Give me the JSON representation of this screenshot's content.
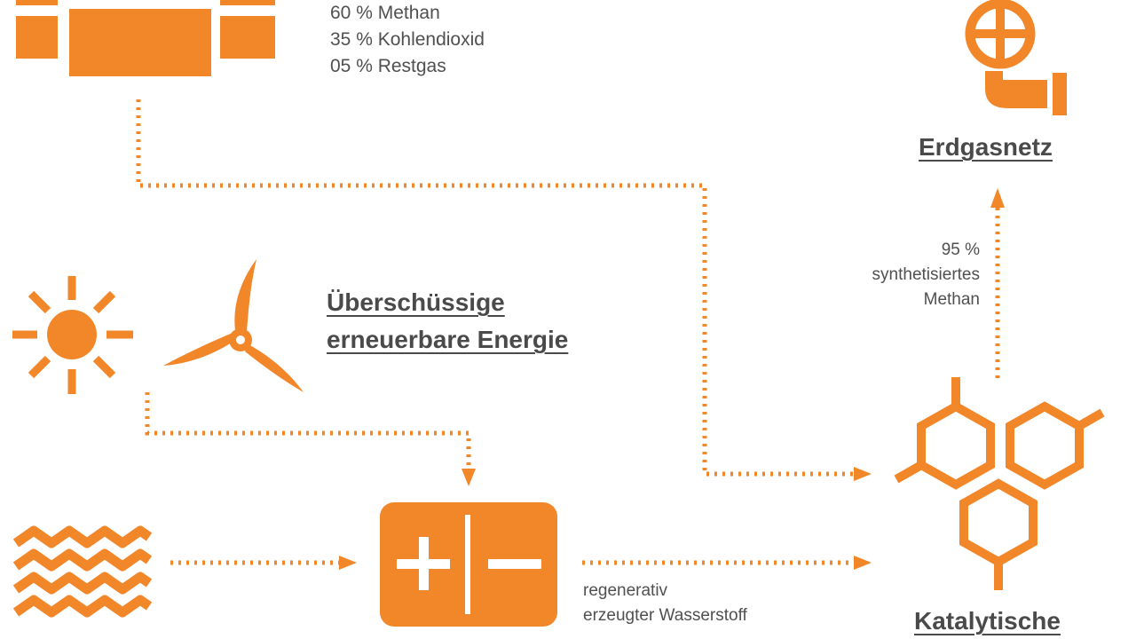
{
  "colors": {
    "accent": "#F2872A",
    "text": "#4A4A4A",
    "background": "#FFFFFF"
  },
  "icons": [
    "biogas-pipe-icon",
    "valve-icon",
    "sun-icon",
    "wind-turbine-icon",
    "water-waves-icon",
    "electrolyzer-icon",
    "catalyst-molecule-icon"
  ],
  "biogas": {
    "composition": [
      "60 % Methan",
      "35 % Kohlendioxid",
      "05 % Restgas"
    ]
  },
  "grid": {
    "title": "Erdgasnetz"
  },
  "methane": {
    "lines": [
      "95 %",
      "synthetisiertes",
      "Methan"
    ]
  },
  "renewable": {
    "title_lines": [
      "Überschüssige",
      "erneuerbare Energie"
    ]
  },
  "hydrogen": {
    "lines": [
      "regenerativ",
      "erzeugter Wasserstoff"
    ]
  },
  "catalysis": {
    "title": "Katalytische"
  }
}
